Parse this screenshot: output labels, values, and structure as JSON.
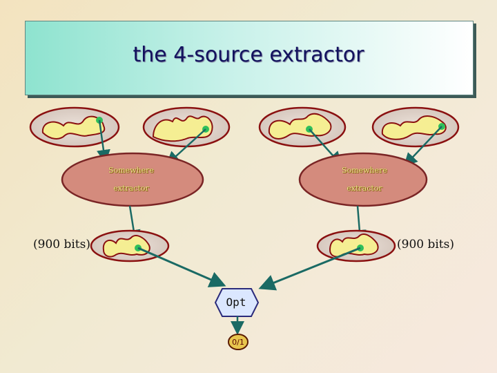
{
  "slide": {
    "title": "the 4-source extractor"
  },
  "extractors": [
    {
      "label_line1": "Somewhere",
      "label_line2": "extractor"
    },
    {
      "label_line1": "Somewhere",
      "label_line2": "extractor"
    }
  ],
  "outputs": {
    "left_bits": "(900 bits)",
    "right_bits": "(900 bits)"
  },
  "final": {
    "opt_label": "Opt",
    "output_label": "0/1"
  },
  "colors": {
    "source_fill": "#dccfc6",
    "source_border": "#8a1010",
    "blob_fill": "#f5ee93",
    "extractor_fill": "#d48b7d",
    "arrow": "#1a6a64",
    "point": "#2fbf5b",
    "opt_fill": "#dbe7ff",
    "output_fill": "#e8c64e"
  }
}
